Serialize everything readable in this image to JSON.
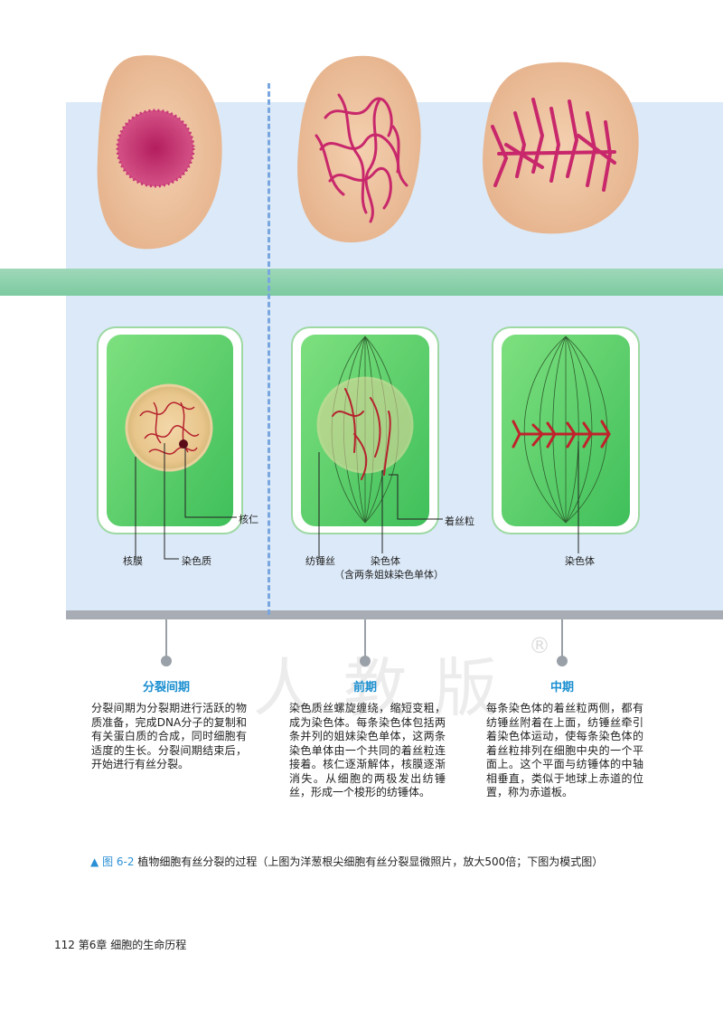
{
  "labels": {
    "nucleolus": "核仁",
    "nuclear_membrane": "核膜",
    "chromatin": "染色质",
    "spindle_fiber": "纺锤丝",
    "chromosome": "染色体",
    "chromosome_note": "（含两条姐妹染色单体）",
    "centromere": "着丝粒",
    "chromosome_metaphase": "染色体"
  },
  "stages": [
    {
      "title": "分裂间期",
      "text": "分裂间期为分裂期进行活跃的物质准备，完成DNA分子的复制和有关蛋白质的合成，同时细胞有适度的生长。分裂间期结束后，开始进行有丝分裂。"
    },
    {
      "title": "前期",
      "text": "染色质丝螺旋缠绕，缩短变粗，成为染色体。每条染色体包括两条并列的姐妹染色单体，这两条染色单体由一个共同的着丝粒连接着。核仁逐渐解体，核膜逐渐消失。从细胞的两极发出纺锤丝，形成一个梭形的纺锤体。"
    },
    {
      "title": "中期",
      "text": "每条染色体的着丝粒两侧，都有纺锤丝附着在上面，纺锤丝牵引着染色体运动，使每条染色体的着丝粒排列在细胞中央的一个平面上。这个平面与纺锤体的中轴相垂直，类似于地球上赤道的位置，称为赤道板。"
    }
  ],
  "caption": {
    "marker": "▲",
    "figure": "图 6-2",
    "text": "植物细胞有丝分裂的过程（上图为洋葱根尖细胞有丝分裂显微照片，放大500倍；下图为模式图）"
  },
  "footer": {
    "page": "112",
    "chapter": "第6章",
    "chapter_title": "细胞的生命历程"
  },
  "colors": {
    "panel": "#dce9f8",
    "band": "#8fd1ad",
    "accent": "#1a8fd0",
    "cell_green": "#5ccf6a",
    "chromosome": "#c8286b"
  }
}
